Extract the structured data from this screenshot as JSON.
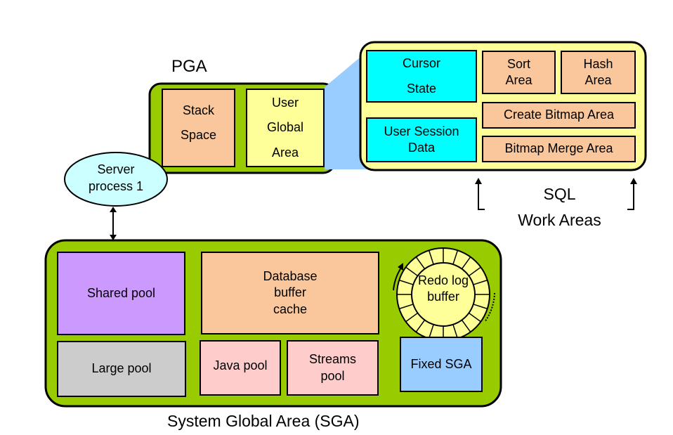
{
  "pga": {
    "title": "PGA",
    "stack_space": "Stack\nSpace",
    "uga": "User\nGlobal\nArea"
  },
  "uga_detail": {
    "cursor_state": "Cursor\nState",
    "user_session_data": "User Session\nData",
    "sort_area": "Sort\nArea",
    "hash_area": "Hash\nArea",
    "create_bitmap_area": "Create Bitmap Area",
    "bitmap_merge_area": "Bitmap Merge Area",
    "sql_work_areas": "SQL\nWork Areas"
  },
  "server_process": "Server\nprocess 1",
  "sga": {
    "title": "System Global Area (SGA)",
    "shared_pool": "Shared pool",
    "db_buffer_cache": "Database\nbuffer\ncache",
    "redo_log_buffer": "Redo log\nbuffer",
    "large_pool": "Large pool",
    "java_pool": "Java pool",
    "streams_pool": "Streams\npool",
    "fixed_sga": "Fixed SGA"
  },
  "colors": {
    "container_green": "#99cc00",
    "orange": "#f9c79b",
    "light_yellow": "#ffff99",
    "cyan": "#00ffff",
    "purple": "#cc99ff",
    "gray": "#cccccc",
    "pink": "#ffcccc",
    "blue": "#99ccff",
    "server_process": "#ccffff",
    "zoom_wedge": "#99ccff"
  }
}
